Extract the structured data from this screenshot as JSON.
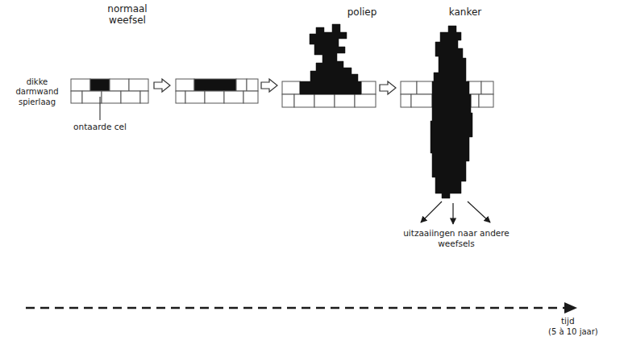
{
  "diagram": {
    "labels": [
      "normaal weefsel",
      "poliep",
      "kanker",
      "dikke darmwand",
      "spierlaag",
      "ontaarde cel",
      "uitzaaiingen naar andere weefsels",
      "tijd",
      "(5 à 10 jaar)"
    ]
  }
}
